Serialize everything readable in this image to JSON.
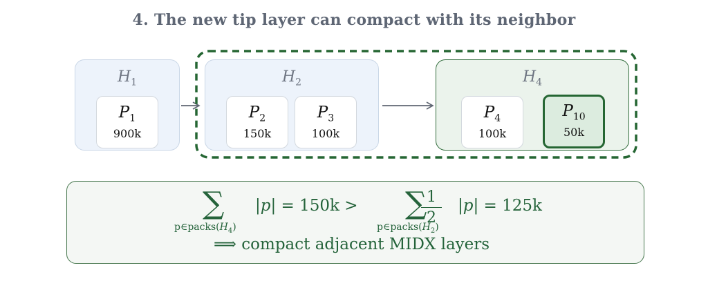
{
  "title": "4. The new tip layer can compact with its neighbor",
  "layers": [
    {
      "id": "h1",
      "name": "H",
      "sub": "1",
      "packs": [
        {
          "name": "P",
          "sub": "1",
          "size": "900k"
        }
      ]
    },
    {
      "id": "h2",
      "name": "H",
      "sub": "2",
      "packs": [
        {
          "name": "P",
          "sub": "2",
          "size": "150k"
        },
        {
          "name": "P",
          "sub": "3",
          "size": "100k"
        }
      ]
    },
    {
      "id": "h4",
      "name": "H",
      "sub": "4",
      "packs": [
        {
          "name": "P",
          "sub": "4",
          "size": "100k"
        },
        {
          "name": "P",
          "sub": "10",
          "size": "50k",
          "highlighted": true
        }
      ]
    }
  ],
  "formula": {
    "sum_symbol": "∑",
    "lhs_under": {
      "prefix": "p∈packs(",
      "var": "H",
      "sub": "4",
      "suffix": ")"
    },
    "lhs_abs": "|p|",
    "lhs_value": "= 150k >",
    "frac_num": "1",
    "frac_den": "2",
    "rhs_under": {
      "prefix": "p∈packs(",
      "var": "H",
      "sub": "2",
      "suffix": ")"
    },
    "rhs_abs": "|p|",
    "rhs_value": "= 125k",
    "implies": "⟹",
    "conclusion": "compact adjacent MIDX layers"
  },
  "colors": {
    "accent_green": "#256633",
    "blue_fill": "#edf3fb",
    "green_fill": "#ebf3ec",
    "title_gray": "#5e6674"
  }
}
